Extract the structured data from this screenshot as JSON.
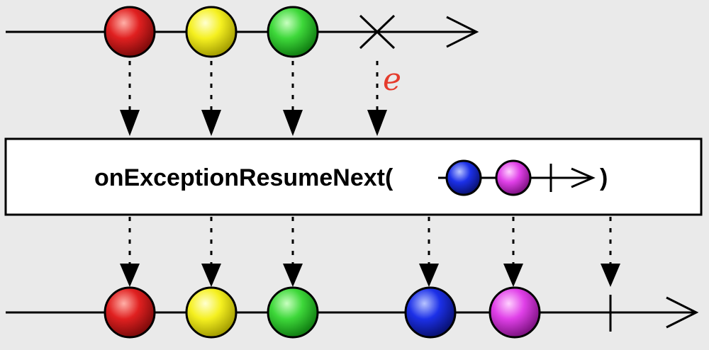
{
  "operator": {
    "name": "onExceptionResumeNext(",
    "close": ")"
  },
  "error_label": "e",
  "colors": {
    "background": "#eaeaea",
    "error": "#e53b2c",
    "red": "#e02020",
    "yellow": "#f5f020",
    "green": "#3ed83a",
    "blue": "#1c30e8",
    "magenta": "#e040e8"
  },
  "source_stream": {
    "items": [
      {
        "name": "source-red-marble",
        "color": "red"
      },
      {
        "name": "source-yellow-marble",
        "color": "yellow"
      },
      {
        "name": "source-green-marble",
        "color": "green"
      }
    ],
    "terminator": "error"
  },
  "resume_stream": {
    "items": [
      {
        "name": "resume-blue-marble",
        "color": "blue"
      },
      {
        "name": "resume-magenta-marble",
        "color": "magenta"
      }
    ],
    "terminator": "completion"
  },
  "output_stream": {
    "items": [
      {
        "name": "output-red-marble",
        "color": "red"
      },
      {
        "name": "output-yellow-marble",
        "color": "yellow"
      },
      {
        "name": "output-green-marble",
        "color": "green"
      },
      {
        "name": "output-blue-marble",
        "color": "blue"
      },
      {
        "name": "output-magenta-marble",
        "color": "magenta"
      }
    ],
    "terminator": "completion"
  }
}
